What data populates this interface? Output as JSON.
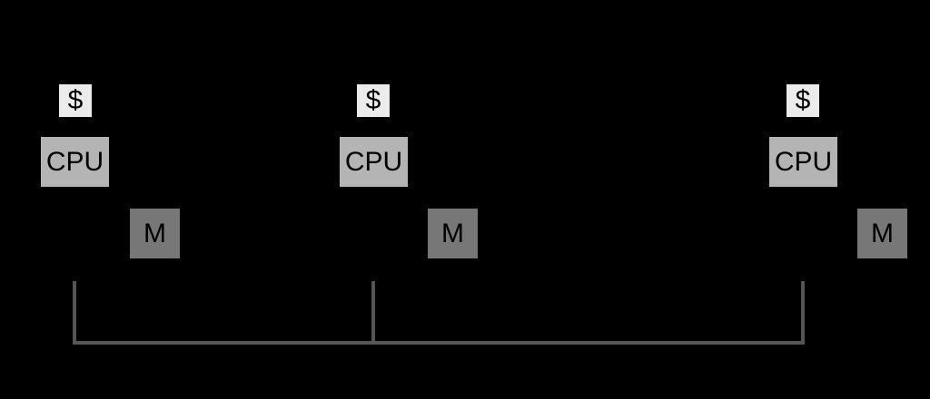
{
  "diagram": {
    "nodes": [
      {
        "cache_label": "$",
        "cpu_label": "CPU",
        "memory_label": "M"
      },
      {
        "cache_label": "$",
        "cpu_label": "CPU",
        "memory_label": "M"
      },
      {
        "cache_label": "$",
        "cpu_label": "CPU",
        "memory_label": "M"
      }
    ],
    "colors": {
      "background": "#000000",
      "cache": "#ebebeb",
      "cpu": "#b4b4b4",
      "memory": "#777777",
      "bus": "#555555"
    }
  }
}
